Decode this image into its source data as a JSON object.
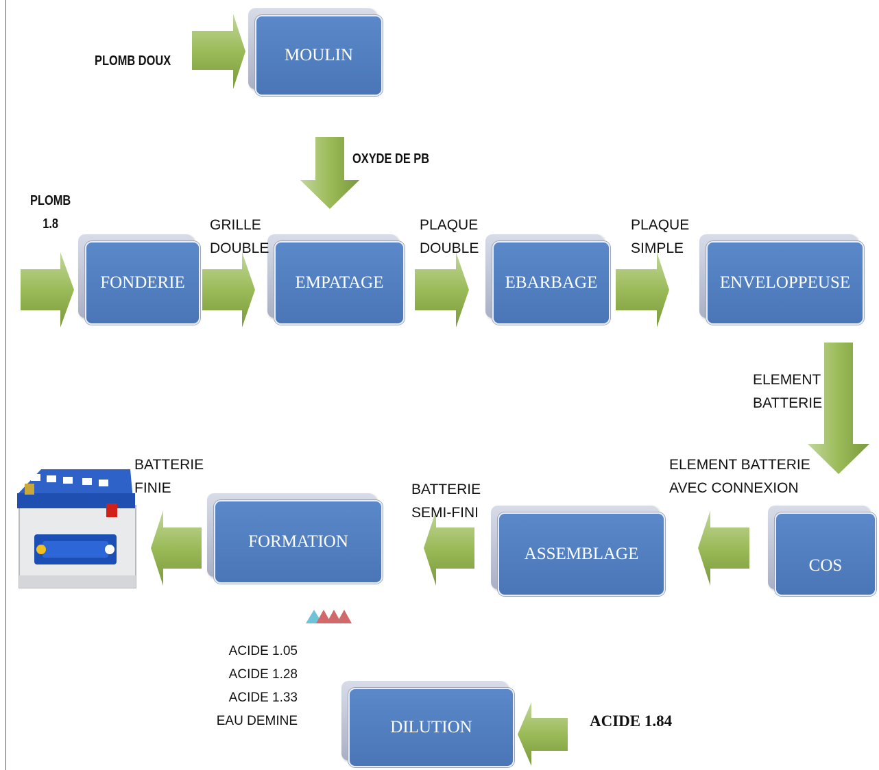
{
  "diagram": {
    "steps": {
      "moulin": "MOULIN",
      "fonderie": "FONDERIE",
      "empatage": "EMPATAGE",
      "ebarbage": "EBARBAGE",
      "enveloppeuse": "ENVELOPPEUSE",
      "cos": "COS",
      "assemblage": "ASSEMBLAGE",
      "formation": "FORMATION",
      "dilution": "DILUTION"
    },
    "labels": {
      "plomb_doux": "PLOMB DOUX",
      "oxyde_de_pb": "OXYDE DE  PB",
      "plomb_18": "PLOMB\n1.8",
      "grille_double": "GRILLE\nDOUBLE",
      "plaque_double": "PLAQUE\nDOUBLE",
      "plaque_simple": "PLAQUE\nSIMPLE",
      "element_batterie": "ELEMENT\nBATTERIE",
      "element_batterie_connexion": "ELEMENT BATTERIE\nAVEC CONNEXION",
      "batterie_semi_fini": "BATTERIE\nSEMI-FINI",
      "batterie_finie": "BATTERIE\nFINIE",
      "acides": "ACIDE 1.05\nACIDE 1.28\nACIDE 1.33\nEAU DEMINE",
      "acide_184": "ACIDE 1.84"
    },
    "colors": {
      "box": "#4f7fc0",
      "arrow": "#9bbb59",
      "acid_blue": "#6fc3d8",
      "acid_red": "#d06a6a"
    },
    "icons": [
      "battery-icon"
    ]
  }
}
